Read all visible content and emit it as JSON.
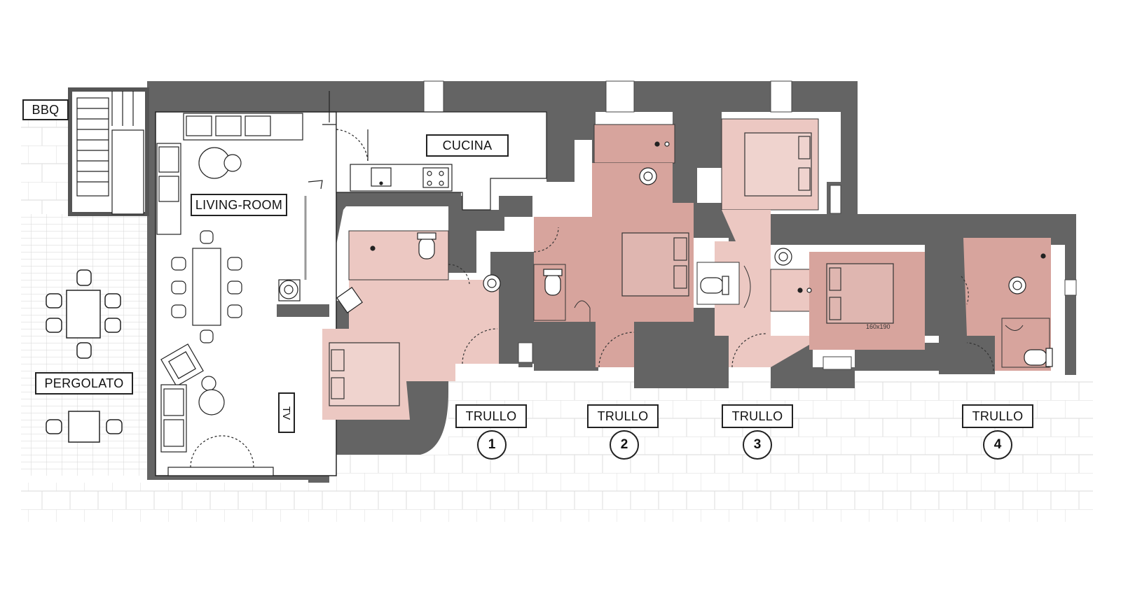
{
  "labels": {
    "bbq": "BBQ",
    "pergolato": "PERGOLATO",
    "living_room": "LIVING-ROOM",
    "cucina": "CUCINA",
    "tv": "TV",
    "bed_size": "160x190"
  },
  "trulli": [
    {
      "label": "TRULLO",
      "number": "1"
    },
    {
      "label": "TRULLO",
      "number": "2"
    },
    {
      "label": "TRULLO",
      "number": "3"
    },
    {
      "label": "TRULLO",
      "number": "4"
    }
  ],
  "colors": {
    "wall": "#646464",
    "room_light": "#ecc8c2",
    "room_dark": "#d7a49d",
    "paving_line": "#e4e4e4",
    "line": "#222222"
  }
}
